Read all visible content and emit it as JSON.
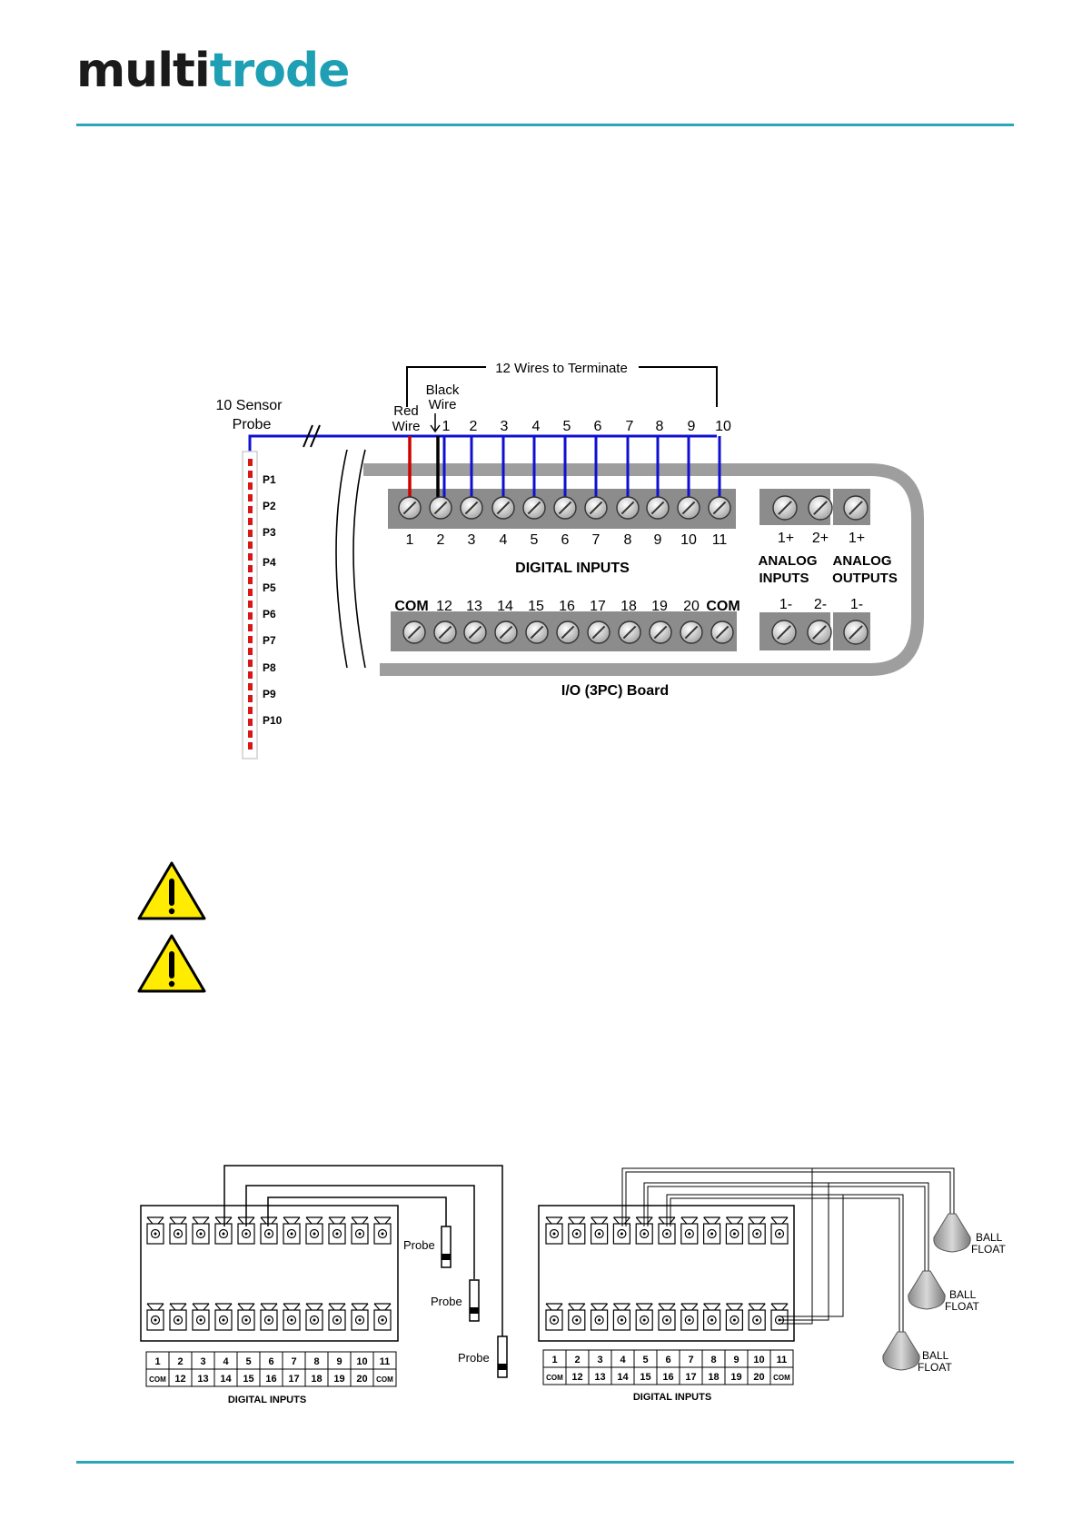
{
  "logo": {
    "part1": "multi",
    "part2": "trode"
  },
  "top_diagram": {
    "bracket_label": "12 Wires to Terminate",
    "probe_label_1": "10 Sensor",
    "probe_label_2": "Probe",
    "red_wire_1": "Red",
    "red_wire_2": "Wire",
    "black_wire_1": "Black",
    "black_wire_2": "Wire",
    "wire_numbers": [
      "1",
      "2",
      "3",
      "4",
      "5",
      "6",
      "7",
      "8",
      "9",
      "10"
    ],
    "probe_points": [
      "P1",
      "P2",
      "P3",
      "P4",
      "P5",
      "P6",
      "P7",
      "P8",
      "P9",
      "P10"
    ],
    "top_terminal_numbers": [
      "1",
      "2",
      "3",
      "4",
      "5",
      "6",
      "7",
      "8",
      "9",
      "10",
      "11"
    ],
    "digital_inputs_label": "DIGITAL INPUTS",
    "bottom_terminal_labels": [
      "COM",
      "12",
      "13",
      "14",
      "15",
      "16",
      "17",
      "18",
      "19",
      "20",
      "COM"
    ],
    "analog_top_labels": [
      "1+",
      "2+",
      "1+"
    ],
    "analog_inputs_1": "ANALOG",
    "analog_inputs_2": "INPUTS",
    "analog_outputs_1": "ANALOG",
    "analog_outputs_2": "OUTPUTS",
    "analog_bottom_labels": [
      "1-",
      "2-",
      "1-"
    ],
    "board_label": "I/O (3PC) Board"
  },
  "bottom_left": {
    "probe_label": "Probe",
    "row1": [
      "1",
      "2",
      "3",
      "4",
      "5",
      "6",
      "7",
      "8",
      "9",
      "10",
      "11"
    ],
    "row2": [
      "COM",
      "12",
      "13",
      "14",
      "15",
      "16",
      "17",
      "18",
      "19",
      "20",
      "COM"
    ],
    "caption": "DIGITAL INPUTS"
  },
  "bottom_right": {
    "float_label_1": "BALL",
    "float_label_2": "FLOAT",
    "row1": [
      "1",
      "2",
      "3",
      "4",
      "5",
      "6",
      "7",
      "8",
      "9",
      "10",
      "11"
    ],
    "row2": [
      "COM",
      "12",
      "13",
      "14",
      "15",
      "16",
      "17",
      "18",
      "19",
      "20",
      "COM"
    ],
    "caption": "DIGITAL INPUTS"
  },
  "colors": {
    "wire_blue": "#1010d0",
    "wire_red": "#d00000",
    "accent": "#2aa6bb"
  }
}
